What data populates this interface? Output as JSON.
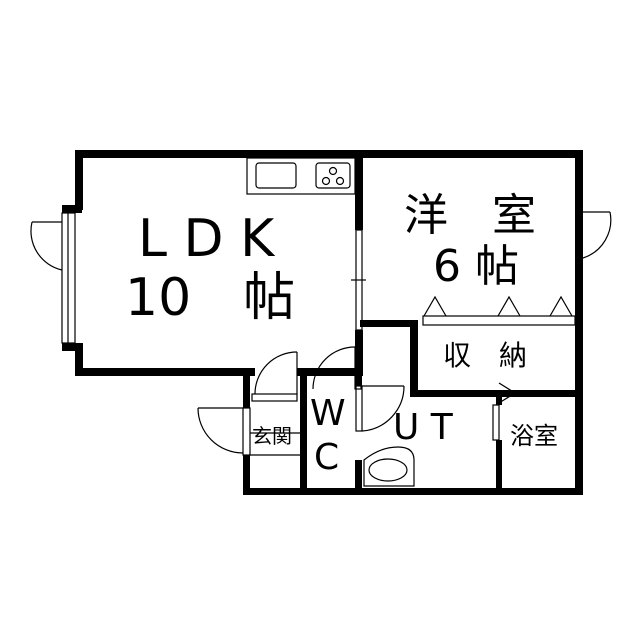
{
  "rooms": {
    "ldk": {
      "name": "L D K",
      "size": "10　帖"
    },
    "western": {
      "name": "洋　室",
      "size": "6 帖"
    },
    "storage": {
      "name": "収　納"
    },
    "toilet": {
      "name_top": "W",
      "name_bottom": "C"
    },
    "utility": {
      "name": "U T"
    },
    "bath": {
      "name": "浴室"
    },
    "entrance": {
      "name": "玄関"
    }
  },
  "colors": {
    "wall": "#000000",
    "background": "#ffffff"
  }
}
